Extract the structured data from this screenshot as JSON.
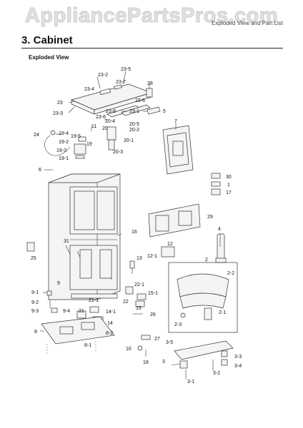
{
  "watermark": "AppliancePartsPros.com",
  "header_note": "Exploded View and Part List",
  "title": "3.  Cabinet",
  "subtitle": "Exploded View",
  "callouts": [
    {
      "id": "c-23-5",
      "text": "23-5"
    },
    {
      "id": "c-23-2",
      "text": "23-2"
    },
    {
      "id": "c-23-7",
      "text": "23-7"
    },
    {
      "id": "c-28",
      "text": "28"
    },
    {
      "id": "c-23-4",
      "text": "23-4"
    },
    {
      "id": "c-23",
      "text": "23"
    },
    {
      "id": "c-23-6a",
      "text": "23-6"
    },
    {
      "id": "c-23-3",
      "text": "23-3"
    },
    {
      "id": "c-23-8",
      "text": "23-8"
    },
    {
      "id": "c-23-1",
      "text": "23-1"
    },
    {
      "id": "c-23-6b",
      "text": "23-6"
    },
    {
      "id": "c-5",
      "text": "5"
    },
    {
      "id": "c-20-4",
      "text": "20-4"
    },
    {
      "id": "c-20-5",
      "text": "20-5"
    },
    {
      "id": "c-20",
      "text": "20"
    },
    {
      "id": "c-20-2",
      "text": "20-2"
    },
    {
      "id": "c-11",
      "text": "11"
    },
    {
      "id": "c-7",
      "text": "7"
    },
    {
      "id": "c-24",
      "text": "24"
    },
    {
      "id": "c-19-4",
      "text": "19-4"
    },
    {
      "id": "c-19-5",
      "text": "19-5"
    },
    {
      "id": "c-20-1",
      "text": "20-1"
    },
    {
      "id": "c-19-2",
      "text": "19-2"
    },
    {
      "id": "c-19",
      "text": "19"
    },
    {
      "id": "c-19-3",
      "text": "19-3"
    },
    {
      "id": "c-20-3",
      "text": "20-3"
    },
    {
      "id": "c-19-1",
      "text": "19-1"
    },
    {
      "id": "c-6",
      "text": "6"
    },
    {
      "id": "c-30",
      "text": "30"
    },
    {
      "id": "c-1",
      "text": "1"
    },
    {
      "id": "c-17",
      "text": "17"
    },
    {
      "id": "c-29",
      "text": "29"
    },
    {
      "id": "c-16",
      "text": "16"
    },
    {
      "id": "c-4",
      "text": "4"
    },
    {
      "id": "c-31",
      "text": "31"
    },
    {
      "id": "c-25",
      "text": "25"
    },
    {
      "id": "c-12",
      "text": "12"
    },
    {
      "id": "c-12-1",
      "text": "12-1"
    },
    {
      "id": "c-13",
      "text": "13"
    },
    {
      "id": "c-2",
      "text": "2"
    },
    {
      "id": "c-2-2",
      "text": "2-2"
    },
    {
      "id": "c-22-1",
      "text": "22-1"
    },
    {
      "id": "c-9-1",
      "text": "9-1"
    },
    {
      "id": "c-9",
      "text": "9"
    },
    {
      "id": "c-22",
      "text": "22"
    },
    {
      "id": "c-15-1",
      "text": "15-1"
    },
    {
      "id": "c-9-2",
      "text": "9-2"
    },
    {
      "id": "c-9-3",
      "text": "9-3"
    },
    {
      "id": "c-9-4",
      "text": "9-4"
    },
    {
      "id": "c-21",
      "text": "21"
    },
    {
      "id": "c-21-1",
      "text": "21-1"
    },
    {
      "id": "c-14-1",
      "text": "14-1"
    },
    {
      "id": "c-2-1",
      "text": "2-1"
    },
    {
      "id": "c-15",
      "text": "15"
    },
    {
      "id": "c-26",
      "text": "26"
    },
    {
      "id": "c-2-3",
      "text": "2-3"
    },
    {
      "id": "c-14",
      "text": "14"
    },
    {
      "id": "c-8",
      "text": "8"
    },
    {
      "id": "c-8-2",
      "text": "8-2"
    },
    {
      "id": "c-8-1",
      "text": "8-1"
    },
    {
      "id": "c-27",
      "text": "27"
    },
    {
      "id": "c-3-5",
      "text": "3-5"
    },
    {
      "id": "c-10",
      "text": "10"
    },
    {
      "id": "c-3-3",
      "text": "3-3"
    },
    {
      "id": "c-3",
      "text": "3"
    },
    {
      "id": "c-18",
      "text": "18"
    },
    {
      "id": "c-3-4",
      "text": "3-4"
    },
    {
      "id": "c-3-2",
      "text": "3-2"
    },
    {
      "id": "c-3-1",
      "text": "3-1"
    }
  ]
}
